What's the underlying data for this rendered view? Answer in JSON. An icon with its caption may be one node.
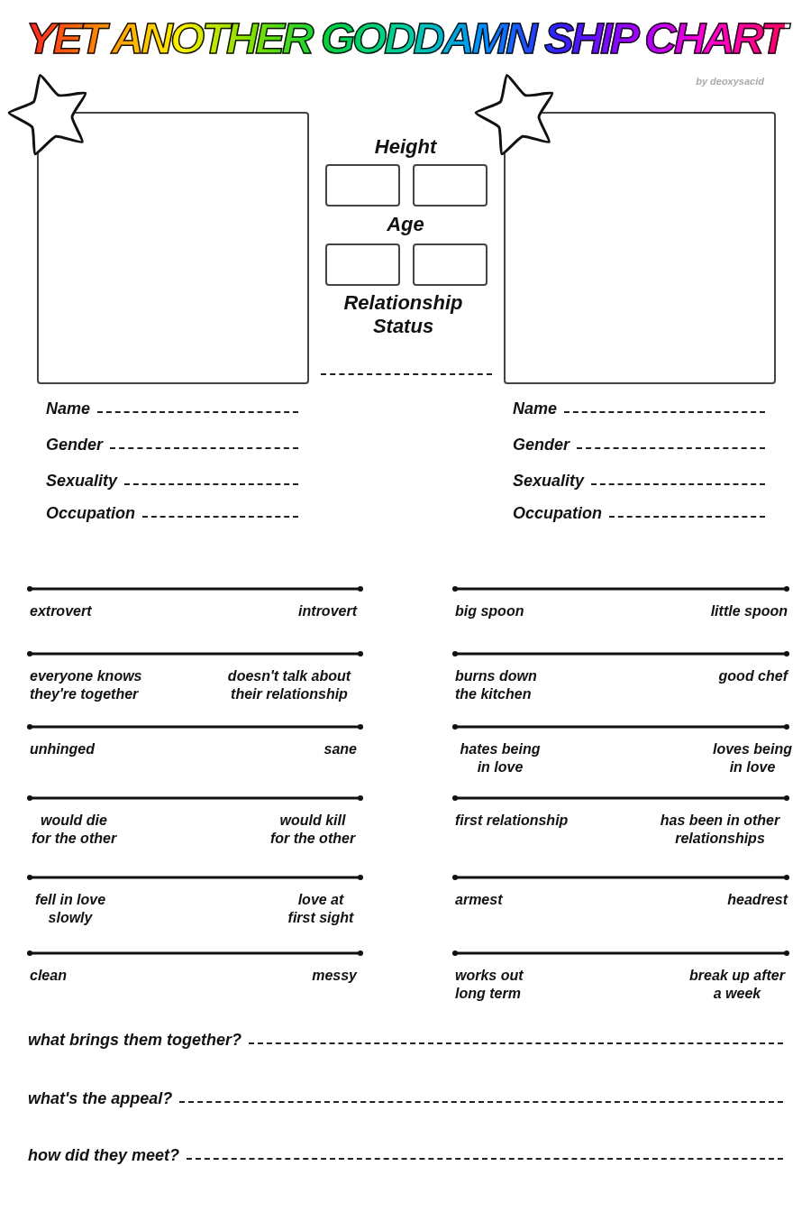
{
  "diagram": {
    "title": "YET ANOTHER GODDAMN SHIP CHART",
    "labels": [
      "by deoxysacid",
      "Height",
      "Age",
      "Relationship Status",
      "Name",
      "Name",
      "Gender",
      "Gender",
      "Sexuality",
      "Sexuality",
      "Occupation",
      "Occupation",
      "extrovert",
      "introvert",
      "big spoon",
      "little spoon",
      "everyone knows they're together",
      "doesn't talk about their relationship",
      "burns down the kitchen",
      "good chef",
      "unhinged",
      "sane",
      "hates being in love",
      "loves being in love",
      "would die for the other",
      "would kill for the other",
      "first relationship",
      "has been in other relationships",
      "fell in love slowly",
      "love at first sight",
      "armest",
      "headrest",
      "clean",
      "messy",
      "works out long term",
      "break up after a week",
      "what brings them together?",
      "what's the appeal?",
      "how did they meet?"
    ]
  }
}
